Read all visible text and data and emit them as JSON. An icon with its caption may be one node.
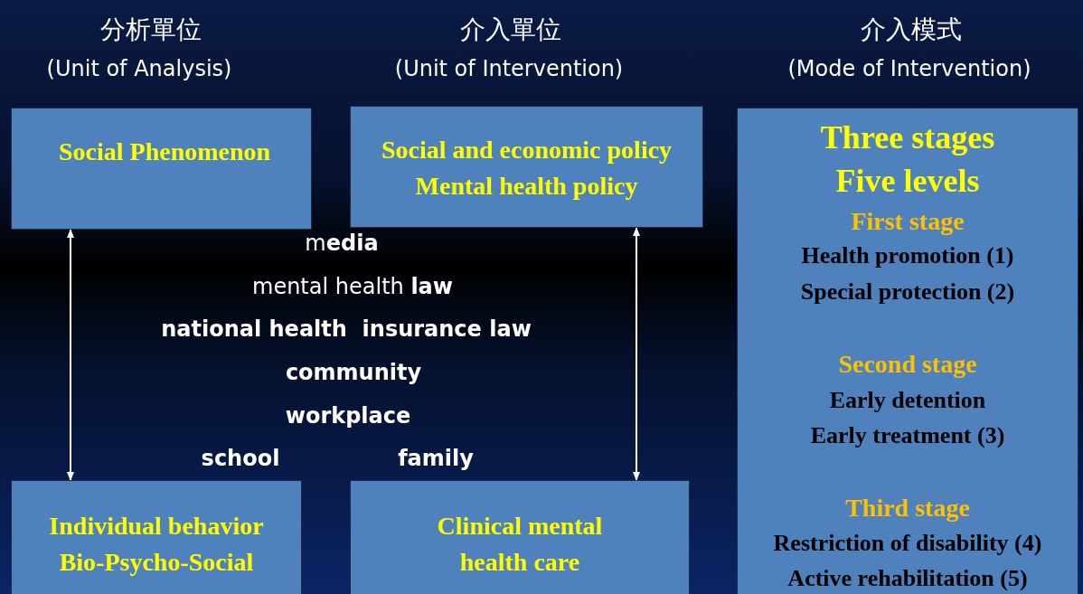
{
  "diagram": {
    "nodes": [
      {
        "text": [
          "Social Phenomenon"
        ]
      },
      {
        "text": [
          "Social and economic policy",
          "Mental health policy"
        ]
      },
      {
        "text": [
          "Three stages",
          "Five levels",
          "First stage",
          "Health promotion (1)",
          "Special protection (2)",
          "Second stage",
          "Early detention",
          "Early treatment (3)",
          "Third stage",
          "Restriction of disability (4)",
          "Active rehabilitation (5)"
        ]
      },
      {
        "text": [
          "Individual behavior",
          "Bio-Psycho-Social"
        ]
      },
      {
        "text": [
          "Clinical mental health care"
        ]
      }
    ],
    "edges": [
      {
        "from": 0,
        "to": 3,
        "arrow": "both"
      },
      {
        "from": 1,
        "to": 4,
        "arrow": "both"
      }
    ],
    "labels": [
      "分析單位",
      "(Unit of Analysis)",
      "介入單位",
      "(Unit of Intervention)",
      "介入模式",
      "(Mode of Intervention)",
      "m**edia**",
      "mental health **law**",
      "national health  insurance law",
      "community",
      "workplace",
      "school",
      "family"
    ]
  }
}
